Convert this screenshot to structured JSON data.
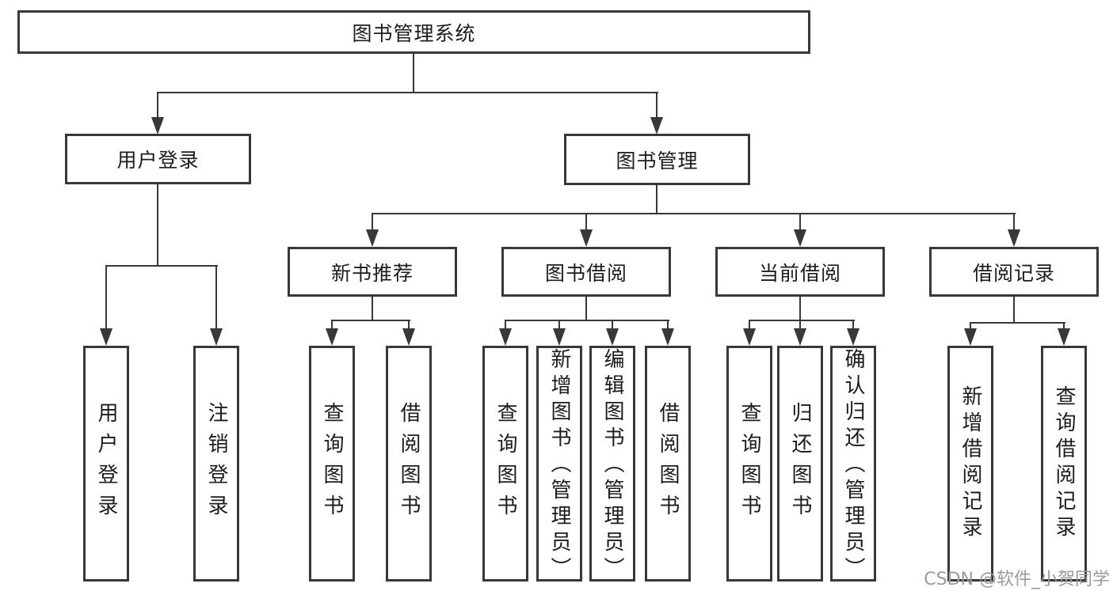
{
  "diagram": {
    "title": "图书管理系统",
    "watermark": "CSDN @软件_小贺同学",
    "colors": {
      "line": "#383838",
      "box_border": "#383838",
      "text": "#1c1c1c",
      "watermark": "#9a9a9a",
      "background": "#ffffff"
    },
    "tree": {
      "label": "图书管理系统",
      "children": [
        {
          "label": "用户登录",
          "children": [
            {
              "label": "用户登录"
            },
            {
              "label": "注销登录"
            }
          ]
        },
        {
          "label": "图书管理",
          "children": [
            {
              "label": "新书推荐",
              "children": [
                {
                  "label": "查询图书"
                },
                {
                  "label": "借阅图书"
                }
              ]
            },
            {
              "label": "图书借阅",
              "children": [
                {
                  "label": "查询图书"
                },
                {
                  "label": "新增图书（管理员）"
                },
                {
                  "label": "编辑图书（管理员）"
                },
                {
                  "label": "借阅图书"
                }
              ]
            },
            {
              "label": "当前借阅",
              "children": [
                {
                  "label": "查询图书"
                },
                {
                  "label": "归还图书"
                },
                {
                  "label": "确认归还（管理员）"
                }
              ]
            },
            {
              "label": "借阅记录",
              "children": [
                {
                  "label": "新增借阅记录"
                },
                {
                  "label": "查询借阅记录"
                }
              ]
            }
          ]
        }
      ]
    }
  }
}
